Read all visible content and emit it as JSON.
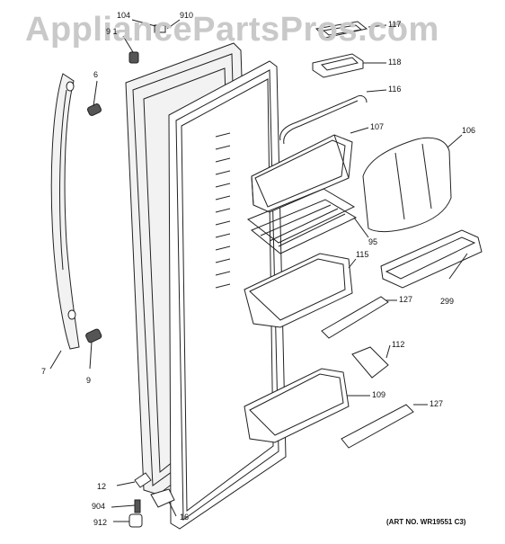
{
  "watermark": "AppliancePartsPros.com",
  "art_number": "(ART NO. WR19551 C3)",
  "callouts": {
    "c104": "104",
    "c910": "910",
    "c91": "9 1",
    "c117": "117",
    "c6": "6",
    "c118": "118",
    "c116": "116",
    "c107": "107",
    "c106": "106",
    "c95": "95",
    "c115": "115",
    "c299": "299",
    "c127a": "127",
    "c112": "112",
    "c7": "7",
    "c9": "9",
    "c109": "109",
    "c127b": "127",
    "c12": "12",
    "c904": "904",
    "c16": "16",
    "c912": "912"
  }
}
